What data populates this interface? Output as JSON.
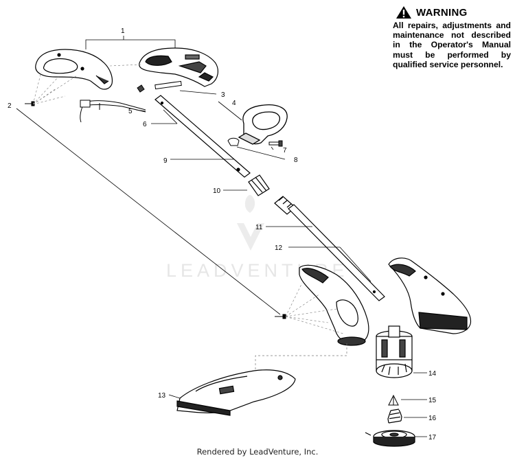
{
  "warning": {
    "title": "WARNING",
    "body": "All repairs, adjustments and maintenance not described in the Operator's Manual must be performed by qualified service personnel."
  },
  "watermark": {
    "text": "LEADVENTURE"
  },
  "footer": {
    "text": "Rendered by LeadVenture, Inc."
  },
  "callouts": {
    "c1": "1",
    "c2": "2",
    "c3": "3",
    "c4": "4",
    "c5": "5",
    "c6": "6",
    "c7": "7",
    "c8": "8",
    "c9": "9",
    "c10": "10",
    "c11": "11",
    "c12": "12",
    "c13": "13",
    "c14": "14",
    "c15": "15",
    "c16": "16",
    "c17": "17"
  }
}
